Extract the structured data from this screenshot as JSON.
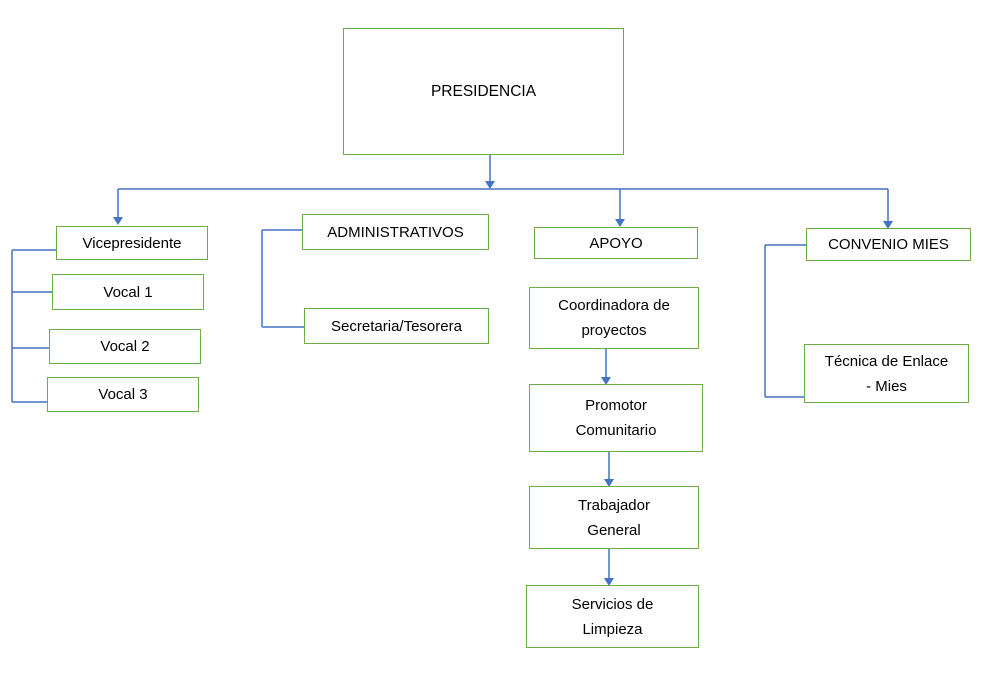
{
  "org_chart": {
    "top": {
      "label": "PRESIDENCIA"
    },
    "directiva": {
      "head": "Vicepresidente",
      "members": [
        "Vocal 1",
        "Vocal 2",
        "Vocal 3"
      ]
    },
    "administrativos": {
      "head": "ADMINISTRATIVOS",
      "members": [
        "Secretaria/Tesorera"
      ]
    },
    "apoyo": {
      "head": "APOYO",
      "chain": [
        [
          "Coordinadora de",
          "proyectos"
        ],
        [
          "Promotor",
          "Comunitario"
        ],
        [
          "Trabajador",
          "General"
        ],
        [
          "Servicios de",
          "Limpieza"
        ]
      ]
    },
    "convenio": {
      "head": "CONVENIO MIES",
      "members": [
        [
          "Técnica de Enlace",
          "- Mies"
        ]
      ]
    }
  },
  "colors": {
    "box_border": "#70ad47",
    "connector": "#4472c4"
  }
}
